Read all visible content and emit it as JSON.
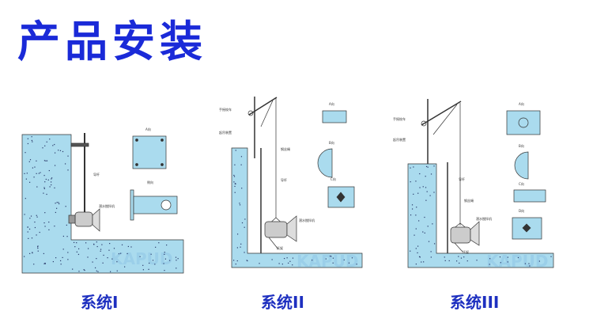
{
  "title": "产品安装",
  "colors": {
    "title": "#1a2ad8",
    "concrete": "#aadbee",
    "line": "#333333"
  },
  "watermark": "KAPUD",
  "systems": [
    {
      "caption": "系统I",
      "labels": {
        "rod": "导杆",
        "mixer": "潜水搅拌机",
        "view_a": "A向",
        "side": "侧向"
      }
    },
    {
      "caption": "系统II",
      "labels": {
        "winch": "手摇绞车",
        "hoist": "起吊装置",
        "rope": "钢丝绳",
        "rod": "导杆",
        "mixer": "潜水搅拌机",
        "bracket": "托架",
        "view_a": "A向",
        "view_b": "B向",
        "view_c": "C向"
      }
    },
    {
      "caption": "系统III",
      "labels": {
        "winch": "手摇绞车",
        "hoist": "起吊装置",
        "rod": "导杆",
        "rope": "钢丝绳",
        "mixer": "潜水搅拌机",
        "bracket": "托架",
        "view_a": "A向",
        "view_b": "B向",
        "view_c": "C向",
        "view_d": "D向"
      }
    }
  ]
}
